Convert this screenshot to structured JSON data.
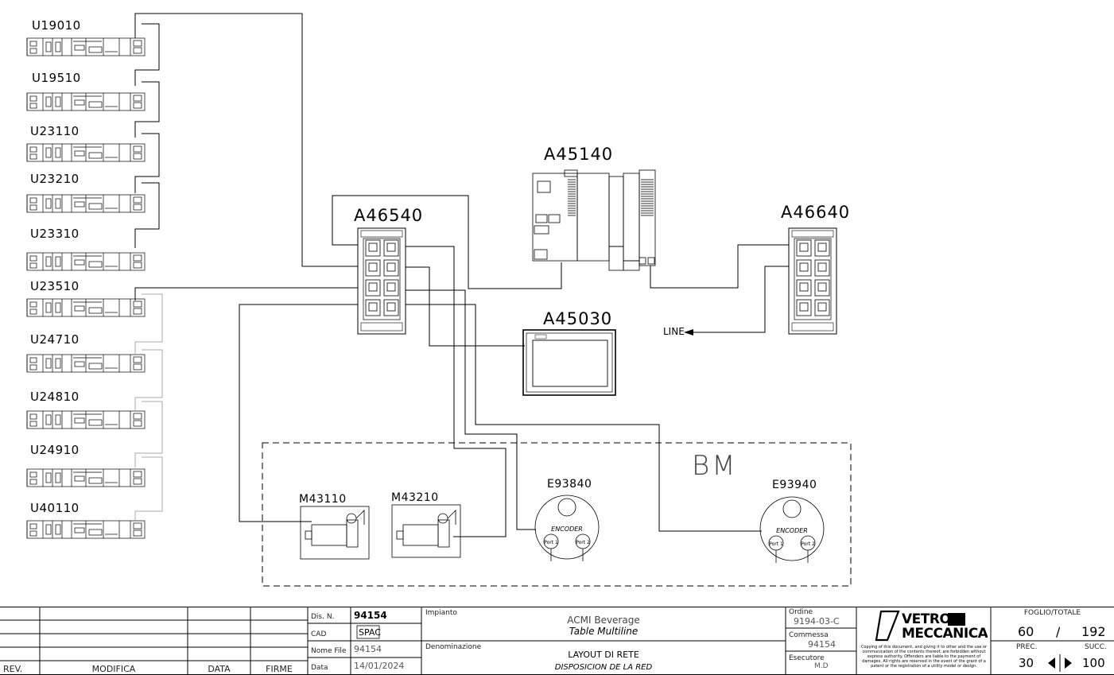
{
  "drives": [
    "U19010",
    "U19510",
    "U23110",
    "U23210",
    "U23310",
    "U23510",
    "U24710",
    "U24810",
    "U24910",
    "U40110"
  ],
  "devices": {
    "switch_left": "A46540",
    "plc": "A45140",
    "switch_right": "A46640",
    "hmi": "A45030",
    "motor_1": "M43110",
    "motor_2": "M43210",
    "encoder_1": "E93840",
    "encoder_2": "E93940"
  },
  "encoder_text": "ENCODER",
  "encoder_port_1": "Port 1",
  "encoder_port_2": "Port 2",
  "line_label": "LINE",
  "zone_label": "BM",
  "titleblock": {
    "rev": "REV.",
    "modifica": "MODIFICA",
    "data": "DATA",
    "firme": "FIRME",
    "dis_n_label": "Dis. N.",
    "dis_n_value": "94154",
    "cad_label": "CAD",
    "cad_value": "SPAC",
    "nome_file_label": "Nome File",
    "nome_file_value": "94154",
    "data_label": "Data",
    "data_value": "14/01/2024",
    "impianto_label": "Impianto",
    "impianto_line1": "ACMI Beverage",
    "impianto_line2": "Table Multiline",
    "denominazione_label": "Denominazione",
    "denominazione_line1": "LAYOUT DI RETE",
    "denominazione_line2": "DISPOSICIÓN DE LA RED",
    "ordine_label": "Ordine",
    "ordine_value": "9194-03-C",
    "commessa_label": "Commessa",
    "commessa_value": "94154",
    "esecutore_label": "Esecutore",
    "esecutore_value": "M.D",
    "logo_line1": "VETRO",
    "logo_line2": "MECCANICA",
    "copyright": "Copying of this document, and giving it to other and the use or communication of the contents thereof, are forbidden without express authority. Offenders are liable to the payment of damages. All rights are reserved in the event of the grant of a patent or the registration of a utility model or design.",
    "foglio_totale_label": "FOGLIO/TOTALE",
    "foglio": "60",
    "separator": "/",
    "totale": "192",
    "prec_label": "PREC.",
    "prec_value": "30",
    "succ_label": "SUCC.",
    "succ_value": "100"
  }
}
